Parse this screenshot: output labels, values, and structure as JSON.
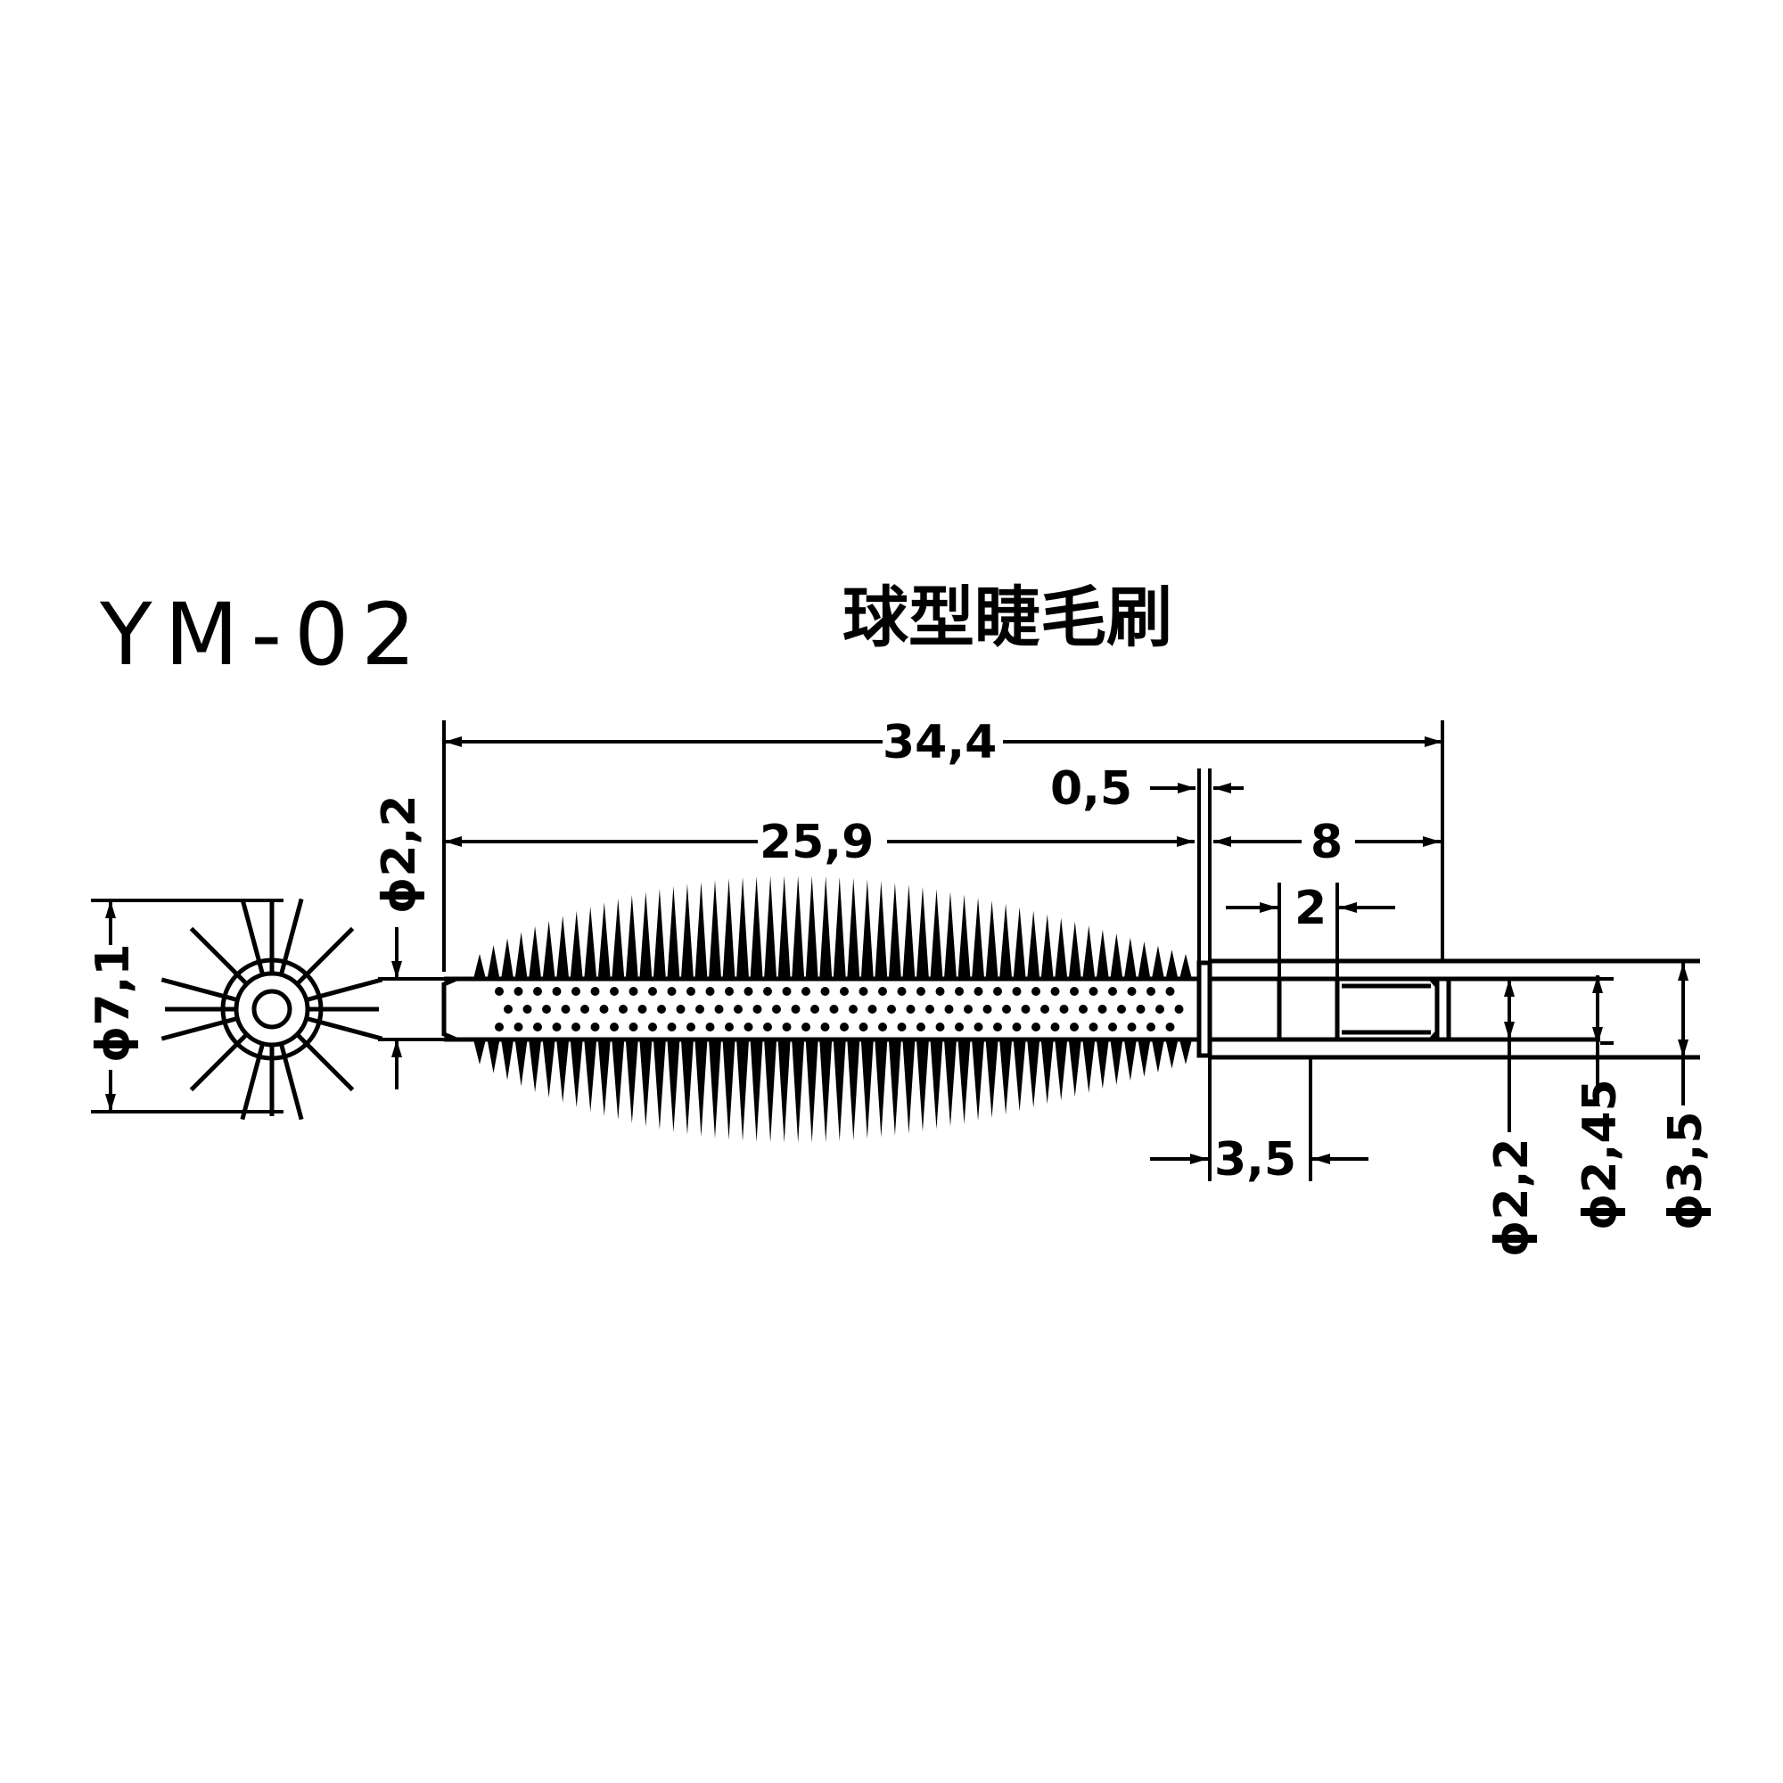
{
  "title": {
    "model_code": "YM-02",
    "product_name": "球型睫毛刷"
  },
  "dimensions": {
    "overall_length": "34,4",
    "brush_length": "25,9",
    "collar_thickness": "0,5",
    "stem_length": "8",
    "groove_width": "2",
    "stem_offset": "3,5",
    "stem_diameter": "ϕ2,2",
    "shoulder_diameter": "ϕ2,45",
    "collar_diameter": "ϕ3,5",
    "core_diameter": "ϕ2,2",
    "brush_diameter": "ϕ7,1"
  },
  "icons": {
    "end_view": "brush-end-view-icon",
    "brush_side_view": "brush-side-view-icon",
    "arrow": "dimension-arrow-icon"
  }
}
